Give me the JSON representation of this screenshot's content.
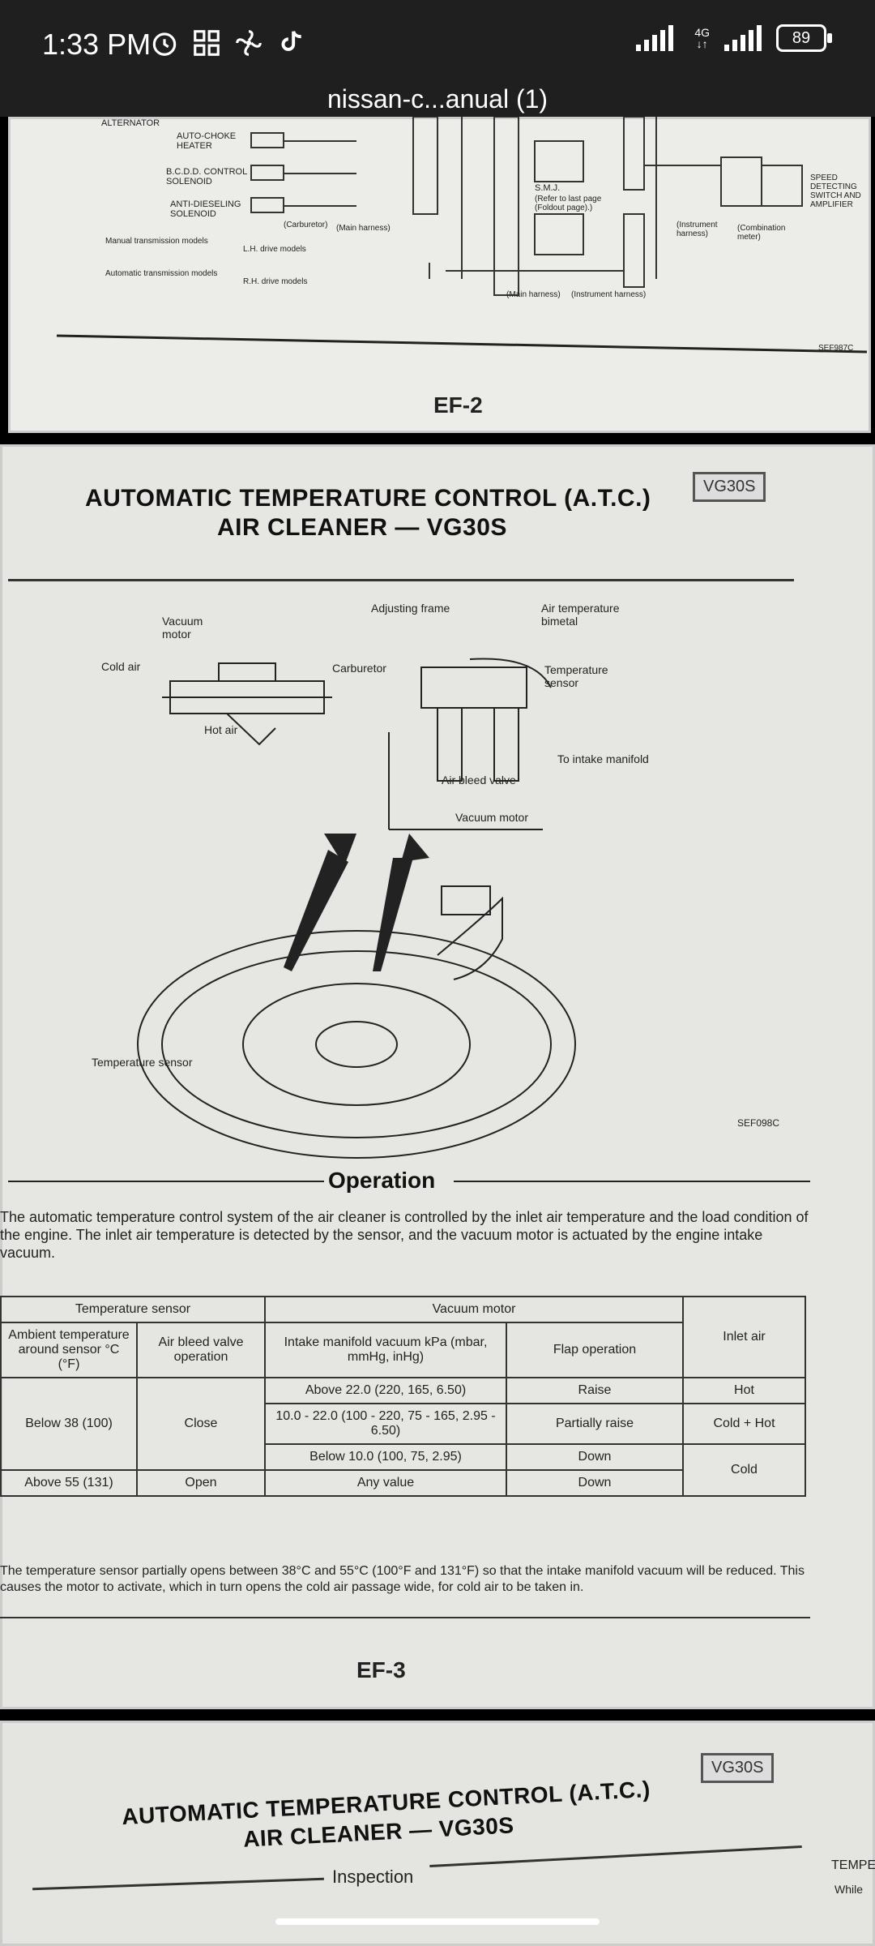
{
  "status": {
    "time": "1:33 PM",
    "network": "4G",
    "battery": "89"
  },
  "title": "nissan-c...anual (1)",
  "page1": {
    "labels": {
      "alternator": "ALTERNATOR",
      "auto_choke": "AUTO-CHOKE HEATER",
      "bcdd": "B.C.D.D. CONTROL SOLENOID",
      "antidiesel": "ANTI-DIESELING SOLENOID",
      "mt": "Manual transmission models",
      "at": "Automatic transmission models",
      "lh": "L.H. drive models",
      "rh": "R.H. drive models",
      "speed": "SPEED DETECTING SWITCH AND AMPLIFIER",
      "sm": "S.M.J.",
      "refer": "(Refer to last page (Foldout page).)",
      "instrument": "(Instrument harness)",
      "combination": "(Combination meter)",
      "main": "(Main harness)",
      "carburetor": "(Carburetor)",
      "code": "SEF987C"
    },
    "ef": "EF-2"
  },
  "page2": {
    "tag": "VG30S",
    "title_line1": "AUTOMATIC TEMPERATURE CONTROL (A.T.C.)",
    "title_line2": "AIR CLEANER — VG30S",
    "diagram": {
      "vacuum_motor": "Vacuum motor",
      "cold_air": "Cold air",
      "hot_air": "Hot air",
      "carburetor": "Carburetor",
      "adjusting_frame": "Adjusting frame",
      "air_temp": "Air temperature bimetal",
      "temp_sensor_top": "Temperature sensor",
      "to_intake": "To intake manifold",
      "air_bleed": "Air bleed valve",
      "vacuum_motor2": "Vacuum motor",
      "temp_sensor": "Temperature sensor",
      "code": "SEF098C"
    },
    "operation": "Operation",
    "paragraph": "The automatic temperature control system of the air cleaner is controlled by the inlet air temperature and the load condition of the engine. The inlet air temperature is detected by the sensor, and the vacuum motor is actuated by the engine intake vacuum.",
    "table": {
      "headers": {
        "temp_sensor": "Temperature sensor",
        "vacuum_motor": "Vacuum motor",
        "inlet_air": "Inlet air",
        "ambient": "Ambient temperature around sensor °C (°F)",
        "air_bleed": "Air bleed valve operation",
        "intake_vac": "Intake manifold vacuum kPa (mbar, mmHg, inHg)",
        "flap": "Flap operation"
      },
      "rows": [
        {
          "ambient": "Below 38 (100)",
          "bleed": "Close",
          "vacuum": "Above 22.0 (220, 165, 6.50)",
          "flap": "Raise",
          "inlet": "Hot"
        },
        {
          "vacuum": "10.0 - 22.0 (100 - 220, 75 - 165, 2.95 - 6.50)",
          "flap": "Partially raise",
          "inlet": "Cold + Hot"
        },
        {
          "vacuum": "Below 10.0 (100, 75, 2.95)",
          "flap": "Down",
          "inlet": "Cold"
        },
        {
          "ambient": "Above 55 (131)",
          "bleed": "Open",
          "vacuum": "Any value",
          "flap": "Down"
        }
      ]
    },
    "note": "The temperature sensor partially opens between 38°C and 55°C (100°F and 131°F) so that the intake manifold vacuum will be reduced. This causes the motor to activate, which in turn opens the cold air passage wide, for cold air to be taken in.",
    "ef": "EF-3"
  },
  "page3": {
    "tag": "VG30S",
    "title_line1": "AUTOMATIC TEMPERATURE CONTROL (A.T.C.)",
    "title_line2": "AIR CLEANER — VG30S",
    "inspection": "Inspection",
    "side": "TEMPE",
    "side2": "While"
  }
}
